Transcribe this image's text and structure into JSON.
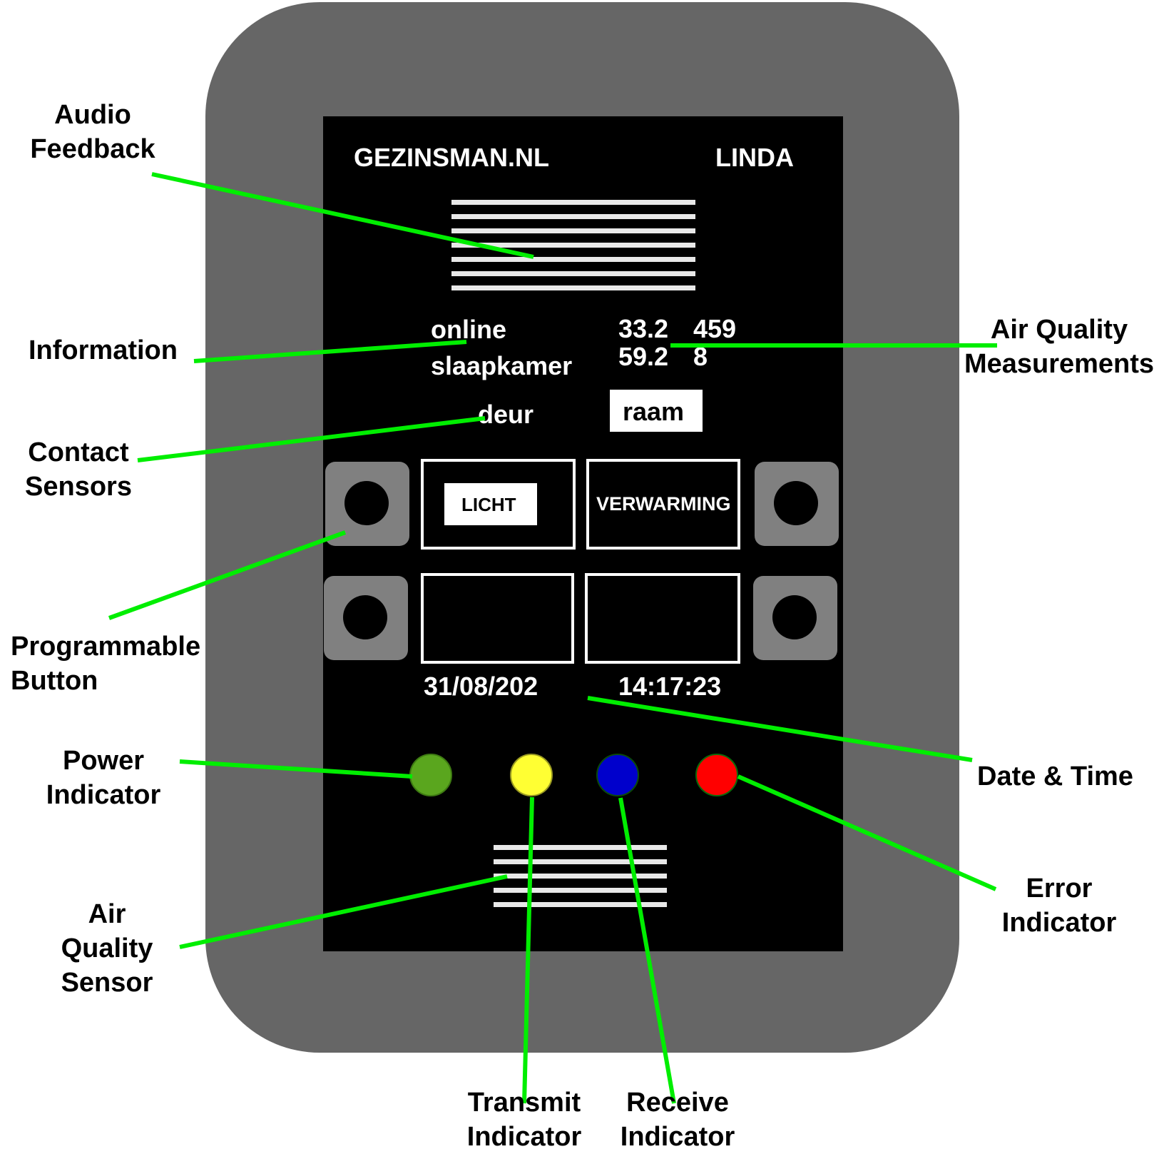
{
  "screen": {
    "brand": "GEZINSMAN.NL",
    "user": "LINDA",
    "status": "online",
    "room": "slaapkamer",
    "air_values": [
      "33.2",
      "459",
      "59.2",
      "8"
    ],
    "contact_sensors": [
      "deur",
      "raam"
    ],
    "tiles": [
      "LICHT",
      "VERWARMING",
      "",
      ""
    ],
    "date": "31/08/202",
    "time": "14:17:23"
  },
  "indicators": {
    "power": "#5aa61e",
    "transmit": "#ffff33",
    "receive": "#0000cc",
    "error": "#ff0000"
  },
  "annotations": {
    "audio_feedback": "Audio\nFeedback",
    "information": "Information",
    "contact_sensors": "Contact\nSensors",
    "programmable_button": "Programmable\nButton",
    "power_indicator": "Power\nIndicator",
    "air_quality_sensor": "Air\nQuality\nSensor",
    "transmit_indicator": "Transmit\nIndicator",
    "receive_indicator": "Receive\nIndicator",
    "error_indicator": "Error\nIndicator",
    "date_time": "Date & Time",
    "air_quality_measurements": "Air Quality\nMeasurements"
  },
  "colors": {
    "device_body": "#666666",
    "screen": "#000000",
    "callout_line": "#00ee00"
  }
}
